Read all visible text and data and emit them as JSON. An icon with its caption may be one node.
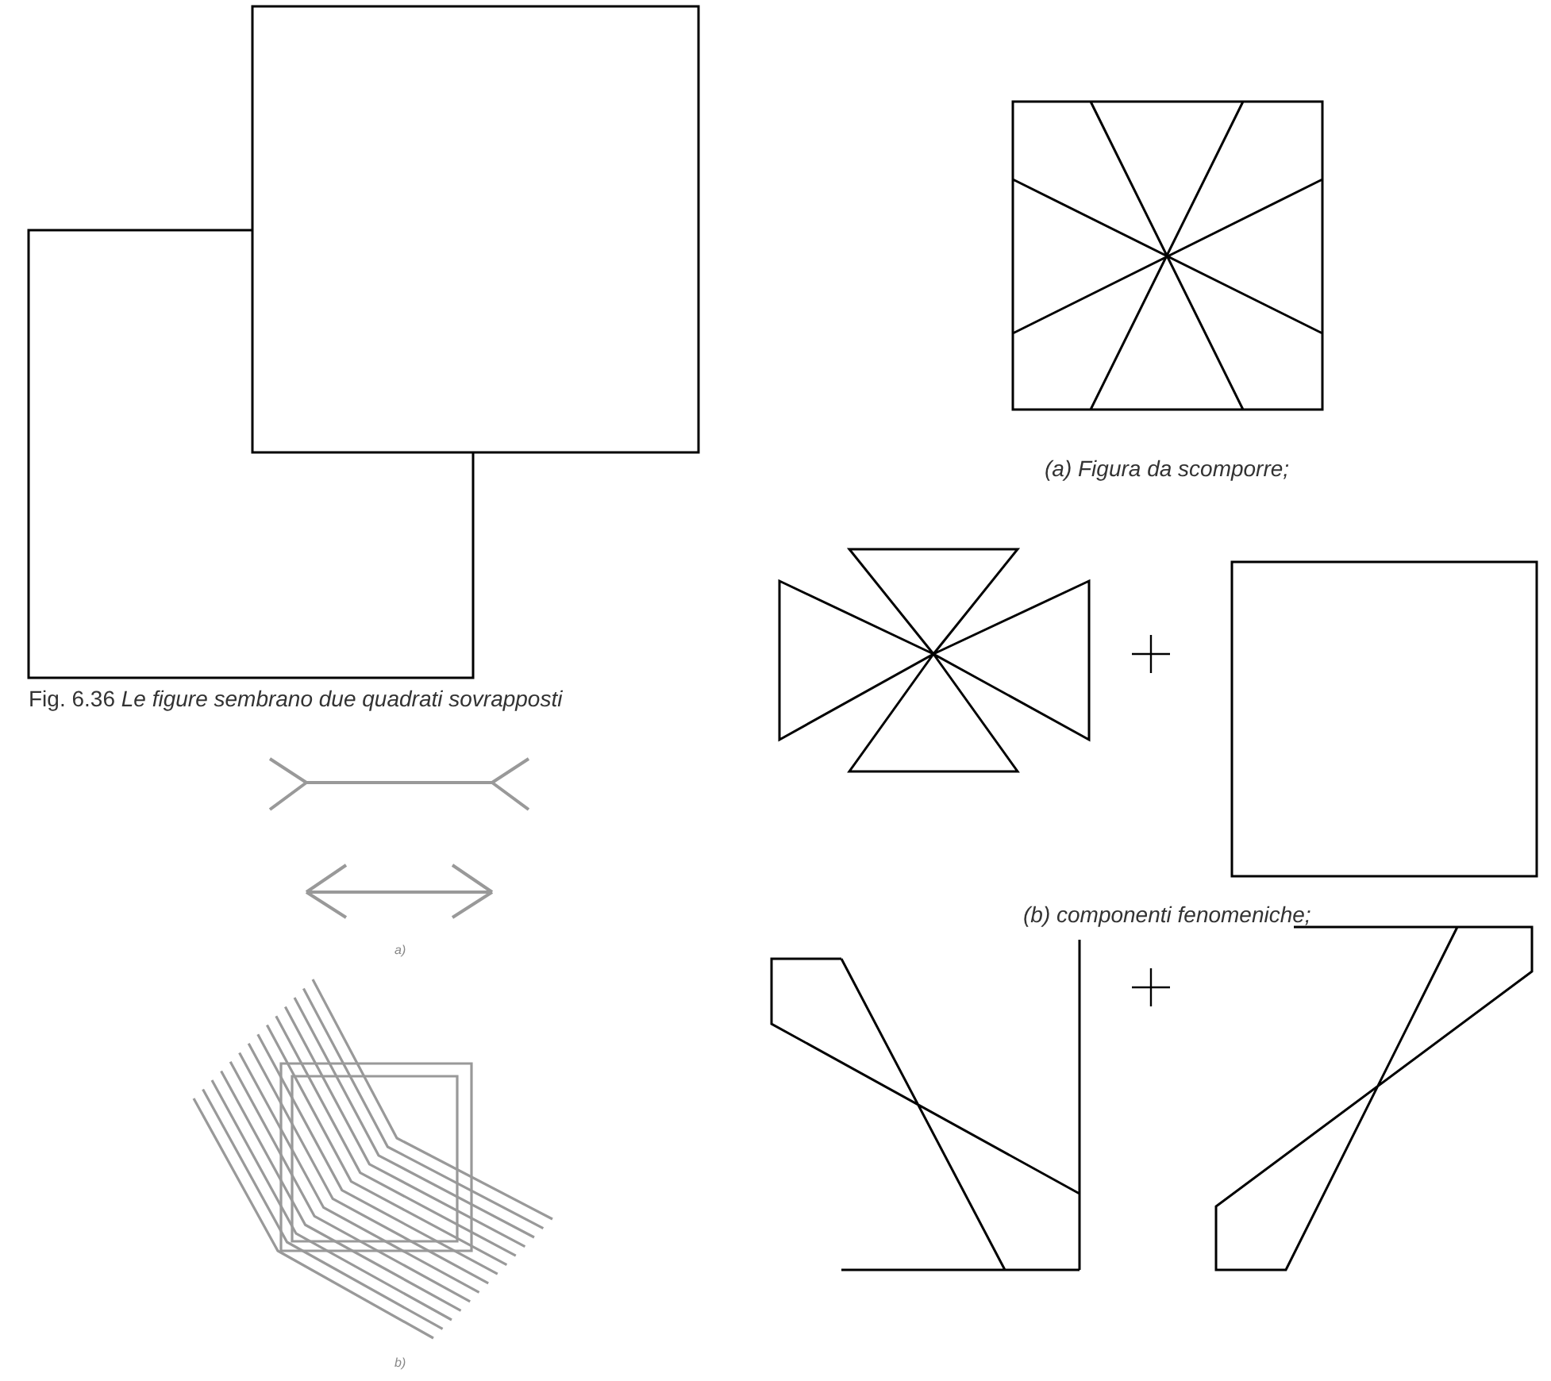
{
  "diagram": {
    "labels": [
      "(a) Figura da scomporre;",
      "Fig. 6.36 *Le figure sembrano due quadrati sovrapposti*",
      "(b) componenti fenomeniche;",
      "a)",
      "b)"
    ]
  }
}
